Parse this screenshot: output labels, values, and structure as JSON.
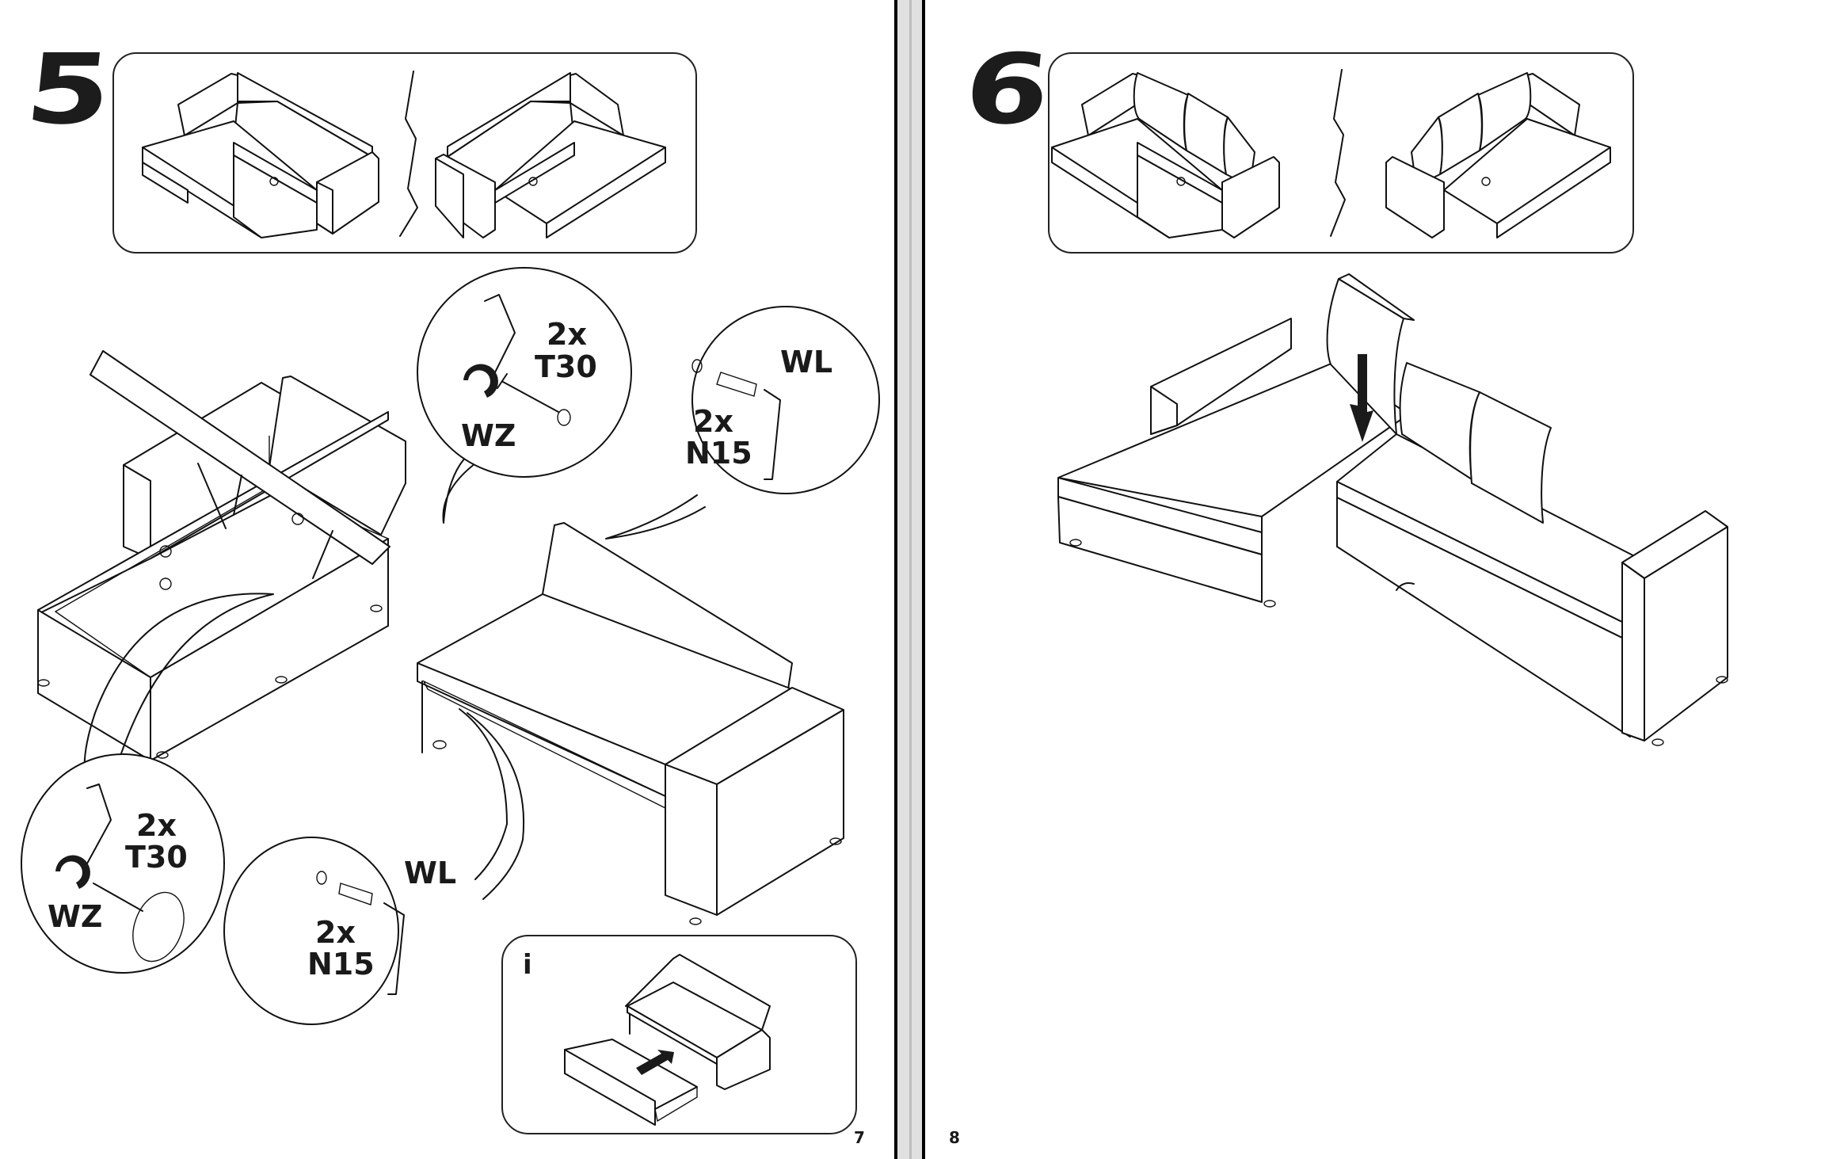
{
  "document": {
    "type": "assembly-instructions",
    "pages": [
      {
        "page_number": "7",
        "step": {
          "number": "5",
          "overview": {
            "variants": [
              "left-hand chaise sofa",
              "right-hand chaise sofa"
            ],
            "divider": "zigzag"
          },
          "callouts": [
            {
              "id": "screw-top",
              "quantity": "2x",
              "part_code": "T30",
              "tool_label": "WZ",
              "tool": "hex-key",
              "action": "rotate-clockwise"
            },
            {
              "id": "dowel-top",
              "quantity": "2x",
              "part_code": "N15",
              "tool_label": "WL",
              "tool": "hex-key"
            },
            {
              "id": "screw-bottom",
              "quantity": "2x",
              "part_code": "T30",
              "tool_label": "WZ",
              "tool": "hex-key",
              "action": "rotate-clockwise"
            },
            {
              "id": "dowel-bottom",
              "quantity": "2x",
              "part_code": "N15",
              "tool_label": "WL",
              "tool": "hex-key"
            }
          ],
          "info_box": {
            "glyph": "i",
            "illustration": "slide drawer into sofa base"
          }
        }
      },
      {
        "page_number": "8",
        "step": {
          "number": "6",
          "overview": {
            "variants": [
              "left-hand chaise with back cushions",
              "right-hand chaise with back cushions"
            ],
            "divider": "zigzag"
          },
          "main_illustration": "place back cushion onto corner sofa",
          "arrow": "down"
        }
      }
    ]
  },
  "colors": {
    "ink": "#1a1a1a",
    "paper": "#ffffff",
    "gutter": "#e0e0e0",
    "gutter_line": "#bdbdbd"
  }
}
